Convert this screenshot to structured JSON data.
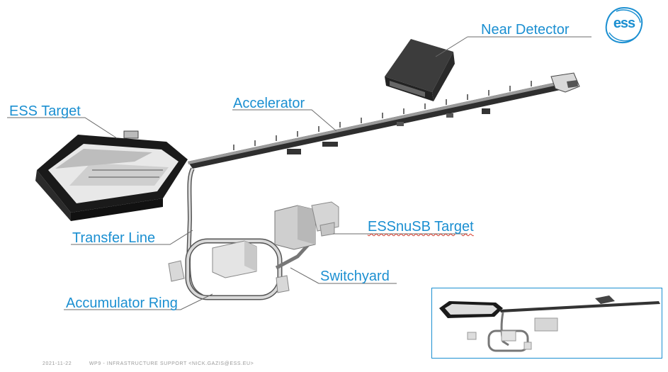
{
  "logo": {
    "text": "ess",
    "color": "#1b8fd1"
  },
  "labels": {
    "near_detector": "Near Detector",
    "accelerator": "Accelerator",
    "ess_target": "ESS Target",
    "essnusb_target": "ESSnuSB Target",
    "transfer_line": "Transfer Line",
    "switchyard": "Switchyard",
    "accumulator_ring": "Accumulator Ring"
  },
  "footer": {
    "date": "2021-11-22",
    "note": "WP9 - INFRASTRUCTURE SUPPORT <NICK.GAZIS@ESS.EU>"
  },
  "colors": {
    "accent": "#1b8fd1",
    "line": "#6b6b6b"
  }
}
